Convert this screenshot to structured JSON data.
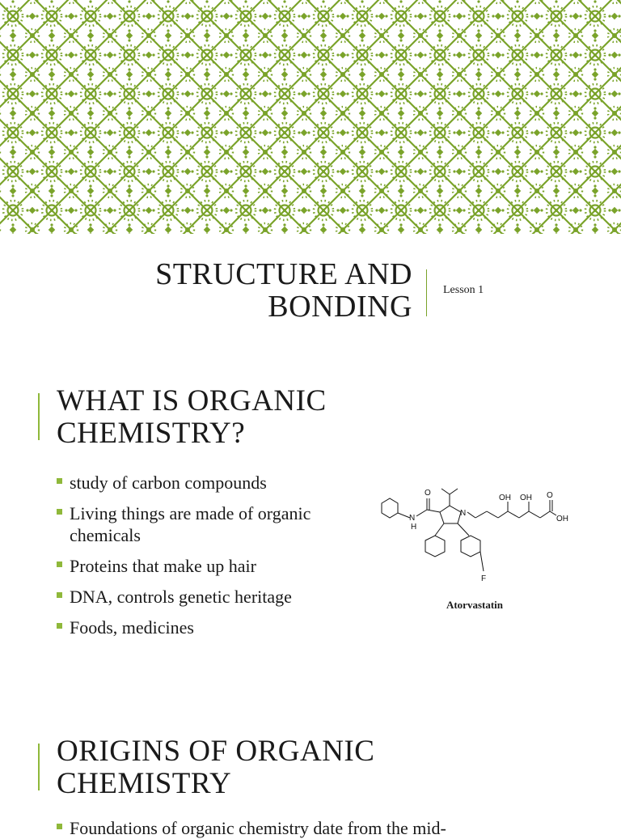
{
  "slide1": {
    "title_line1": "STRUCTURE AND",
    "title_line2": "BONDING",
    "subtitle": "Lesson 1"
  },
  "slide2": {
    "heading_line1": "WHAT IS ORGANIC",
    "heading_line2": "CHEMISTRY?",
    "bullets": [
      "study of carbon compounds",
      "Living things are made of organic chemicals",
      "Proteins that make up hair",
      "DNA, controls genetic heritage",
      "Foods, medicines"
    ],
    "molecule": {
      "caption": "Atorvastatin",
      "atom_labels": [
        "O",
        "N",
        "H",
        "N",
        "OH",
        "OH",
        "O",
        "OH",
        "F"
      ]
    }
  },
  "slide3": {
    "heading_line1": "ORIGINS OF ORGANIC",
    "heading_line2": "CHEMISTRY",
    "first_bullet_partial": "Foundations of organic chemistry date from the mid-"
  },
  "colors": {
    "pattern_background": "#ffffff",
    "pattern_green": "#7aa32a",
    "accent": "#8fb83a"
  }
}
